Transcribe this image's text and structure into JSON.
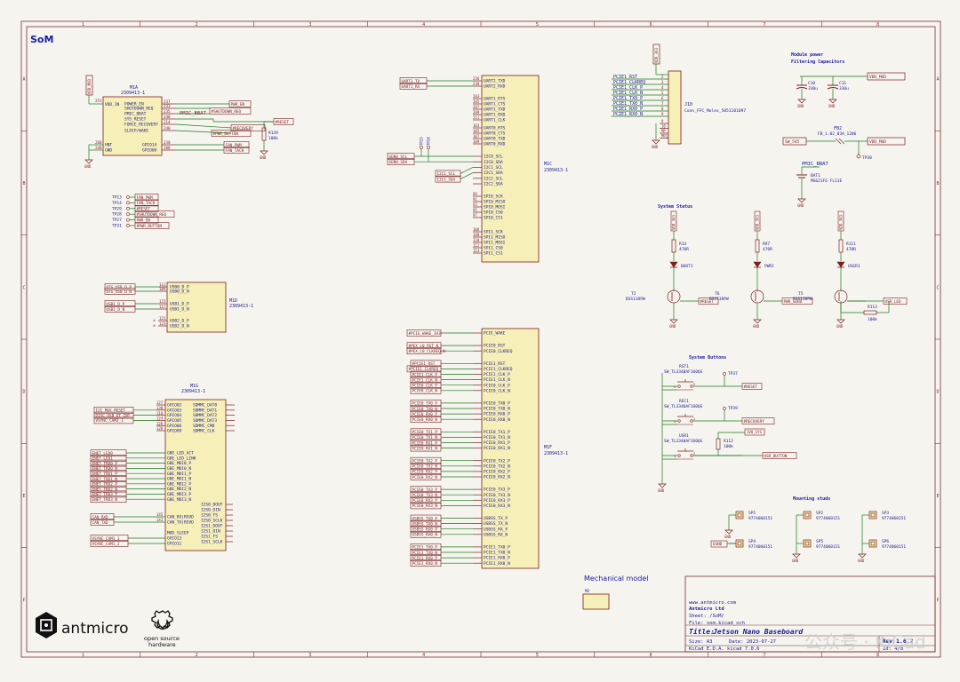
{
  "sheet": {
    "title": "SoM",
    "cols": [
      "1",
      "2",
      "3",
      "4",
      "5",
      "6",
      "7",
      "8"
    ],
    "rows": [
      "A",
      "B",
      "C",
      "D",
      "E",
      "F"
    ]
  },
  "colors": {
    "paper": "#f5f4ef",
    "frame": "#7a2d2d",
    "wire": "#1a7a1a",
    "body": "#f6efb8",
    "body_stroke": "#7a1f1f",
    "pin": "#7a1f1f",
    "net": "#7a1f1f",
    "text": "#1a1a8c",
    "title_blue": "#1a1aa8",
    "power": "#7a1f1f"
  },
  "blocks": [
    {
      "key": "m1a",
      "ref": "M1A",
      "val": "2309413-1"
    },
    {
      "key": "m1c",
      "ref": "M1C",
      "val": "2309413-1"
    },
    {
      "key": "m1d",
      "ref": "M1D",
      "val": "2309413-1"
    },
    {
      "key": "m1g",
      "ref": "M1G",
      "val": "2309413-1"
    },
    {
      "key": "m1f",
      "ref": "M1F",
      "val": "2309413-1"
    }
  ],
  "m1a": {
    "left_pins": [
      {
        "num": "251",
        "name": "VDD_IN"
      }
    ],
    "right_pins": [
      {
        "num": "237",
        "name": "POWER_EN"
      },
      {
        "num": "233",
        "name": "SHUTDOWN_REQ"
      },
      {
        "num": "235",
        "name": "PMIC_BBAT"
      },
      {
        "num": "240",
        "name": "SYS_RESET"
      },
      {
        "num": "214",
        "name": "FORCE_RECOVERY"
      },
      {
        "num": "240",
        "name": "SLEEP/WAKE"
      }
    ],
    "bottom_pins": [
      {
        "num": "260",
        "name": "HNT"
      },
      {
        "num": "240",
        "name": "GND"
      }
    ],
    "gpio_pins": [
      {
        "num": "230",
        "name": "GPIO14"
      },
      {
        "num": "208",
        "name": "GPIO08"
      }
    ],
    "nets": [
      "PWR_EN",
      "#SHUTDOWN_REQ",
      "PMIC_BBAT",
      "#RESET",
      "#RECOVERY",
      "#PWR_BUTTON",
      "FAN_PWM",
      "FAN_TACH"
    ],
    "power_label": "VDD_MOD",
    "gnd": "GND",
    "resistor": {
      "ref": "R139",
      "val": "100k"
    }
  },
  "testpoints": [
    {
      "ref": "TP13",
      "net": "FAN_PWM"
    },
    {
      "ref": "TP14",
      "net": "FAN_TACH"
    },
    {
      "ref": "TP29",
      "net": "#RESET"
    },
    {
      "ref": "TP28",
      "net": "#SHUTDOWN_REQ"
    },
    {
      "ref": "TP27",
      "net": "PWR_EN"
    },
    {
      "ref": "TP31",
      "net": "#PWR_BUTTON"
    }
  ],
  "m1d": {
    "pins": [
      {
        "num": "111",
        "name": "USB0_D_P",
        "net": "OTG_USB_D_P"
      },
      {
        "num": "109",
        "name": "USB0_D_N",
        "net": "OTG_USB_D_N"
      },
      {
        "num": "115",
        "name": "USB1_D_P",
        "net": "USB1_D_P"
      },
      {
        "num": "117",
        "name": "USB1_D_N",
        "net": "USB1_D_N"
      },
      {
        "num": "121",
        "name": "USB2_D_P",
        "net": ""
      },
      {
        "num": "123",
        "name": "USB2_D_N",
        "net": ""
      }
    ]
  },
  "m1g": {
    "gpio": [
      {
        "num": "127",
        "name": "GPIO02",
        "net": ""
      },
      {
        "num": "130",
        "name": "GPIO03",
        "net": "I2C_MUX_RESET"
      },
      {
        "num": "118",
        "name": "GPIO04",
        "net": "DISC_USB_OT_INT"
      },
      {
        "num": "124",
        "name": "GPIO05",
        "net": "VSYNC_CAM3_1"
      },
      {
        "num": "126",
        "name": "GPIO06",
        "net": ""
      },
      {
        "num": "128",
        "name": "GPIO09",
        "net": ""
      }
    ],
    "sdmmc": [
      "SDMMC_DAT0",
      "SDMMC_DAT1",
      "SDMMC_DAT2",
      "SDMMC_DAT3",
      "SDMMC_CMD",
      "SDMMC_CLK"
    ],
    "gbe": [
      {
        "name": "GBE_LED_ACT",
        "net": "ENET_LED0"
      },
      {
        "name": "GBE_LED_LINK",
        "net": "ENET_LED1"
      },
      {
        "name": "GBE_MDI0_P",
        "net": "ENET_TRD0_P"
      },
      {
        "name": "GBE_MDI0_N",
        "net": "ENET_TRD0_N"
      },
      {
        "name": "GBE_MDI1_P",
        "net": "ENET_TRD1_P"
      },
      {
        "name": "GBE_MDI1_N",
        "net": "ENET_TRD1_N"
      },
      {
        "name": "GBE_MDI2_P",
        "net": "ENET_TRD2_P"
      },
      {
        "name": "GBE_MDI2_N",
        "net": "ENET_TRD2_N"
      },
      {
        "name": "GBE_MDI3_P",
        "net": "ENET_TRD3_P"
      },
      {
        "name": "GBE_MDI3_N",
        "net": "ENET_TRD3_N"
      }
    ],
    "can": [
      {
        "num": "145",
        "name": "CAN_RX|RSVD",
        "net": "CAN_RXD"
      },
      {
        "num": "143",
        "name": "CAN_TX|RSVD",
        "net": "CAN_TXD"
      }
    ],
    "misc": [
      {
        "name": "MOD_SLEEP",
        "net": ""
      },
      {
        "name": "GPIO13",
        "net": "VSYNC_CAM1_1"
      },
      {
        "name": "GPIO11",
        "net": "VSYNC_CAM1_2"
      }
    ],
    "i2s": [
      "I2S0_DOUT",
      "I2S0_DIN",
      "I2S0_FS",
      "I2S0_SCLK",
      "I2S1_DOUT",
      "I2S1_DIN",
      "I2S1_FS",
      "I2S1_SCLK"
    ]
  },
  "m1c": {
    "uart2": [
      {
        "num": "236",
        "name": "UART2_TXD",
        "net": "UART1_TX"
      },
      {
        "num": "238",
        "name": "UART2_RXD",
        "net": "UART1_RX"
      }
    ],
    "uart1": [
      "UART1_RTS",
      "UART1_CTS",
      "UART1_TXD",
      "UART1_RXD",
      "UART1_CLK"
    ],
    "uart0": [
      "UART0_RTS",
      "UART0_CTS",
      "UART0_TXD",
      "UART0_RXD"
    ],
    "i2c": [
      {
        "name": "I2C0_SCL",
        "net": "GEN0_SCL"
      },
      {
        "name": "I2C0_SDA",
        "net": "GEN0_SDA"
      },
      {
        "name": "I2C1_SCL",
        "net": "I2C1_SCL"
      },
      {
        "name": "I2C1_SDA",
        "net": "I2C1_SDA"
      },
      {
        "name": "I2C2_SCL",
        "net": ""
      },
      {
        "name": "I2C2_SDA",
        "net": ""
      }
    ],
    "spi0": [
      "SPI0_SCK",
      "SPI0_MISO",
      "SPI0_MOSI",
      "SPI0_CS0",
      "SPI0_CS1"
    ],
    "spi1": [
      "SPI1_SCK",
      "SPI1_MISO",
      "SPI1_MOSI",
      "SPI1_CS0",
      "SPI1_CS1"
    ],
    "tps": [
      "TP23",
      "TP24"
    ]
  },
  "m1f": {
    "groups": [
      [
        {
          "name": "PCIE_WAKE",
          "net": "#PCIE_WAKE_3V3"
        }
      ],
      [
        {
          "name": "PCIE0_RST",
          "net": "#PEX_L0_RST_N"
        },
        {
          "name": "PCIE0_CLKREQ",
          "net": "#PEX_L0_CLKREQ_N"
        }
      ],
      [
        {
          "name": "PCIE1_RST",
          "net": "#PCIE1_RST"
        },
        {
          "name": "PCIE1_CLKREQ",
          "net": "#PCIE1_CLKREQ"
        },
        {
          "name": "PCIE1_CLK_P",
          "net": "PCIE1_CLK_P"
        },
        {
          "name": "PCIE1_CLK_N",
          "net": "PCIE1_CLK_N"
        },
        {
          "name": "PCIE0_CLK_P",
          "net": "PCIE0_CLK_P"
        },
        {
          "name": "PCIE0_CLK_N",
          "net": "PCIE0_CLK_N"
        }
      ],
      [
        {
          "name": "PCIE0_TX0_P",
          "net": "PCIE0_TX0_P"
        },
        {
          "name": "PCIE0_TX0_N",
          "net": "PCIE0_TX0_N"
        },
        {
          "name": "PCIE0_RX0_P",
          "net": "PCIE0_RX0_P"
        },
        {
          "name": "PCIE0_RX0_N",
          "net": "PCIE0_RX0_N"
        }
      ],
      [
        {
          "name": "PCIE0_TX1_P",
          "net": "PCIE0_TX1_P"
        },
        {
          "name": "PCIE0_TX1_N",
          "net": "PCIE0_TX1_N"
        },
        {
          "name": "PCIE0_RX1_P",
          "net": "PCIE0_RX1_P"
        },
        {
          "name": "PCIE0_RX1_N",
          "net": "PCIE0_RX1_N"
        }
      ],
      [
        {
          "name": "PCIE0_TX2_P",
          "net": "PCIE0_TX2_P"
        },
        {
          "name": "PCIE0_TX2_N",
          "net": "PCIE0_TX2_N"
        },
        {
          "name": "PCIE0_RX2_P",
          "net": "PCIE0_RX2_P"
        },
        {
          "name": "PCIE0_RX2_N",
          "net": "PCIE0_RX2_N"
        }
      ],
      [
        {
          "name": "PCIE0_TX3_P",
          "net": "PCIE0_TX3_P"
        },
        {
          "name": "PCIE0_TX3_N",
          "net": "PCIE0_TX3_N"
        },
        {
          "name": "PCIE0_RX3_P",
          "net": "PCIE0_RX3_P"
        },
        {
          "name": "PCIE0_RX3_N",
          "net": "PCIE0_RX3_N"
        }
      ],
      [
        {
          "name": "USBSS_TX_P",
          "net": "USBSS_TX0_P"
        },
        {
          "name": "USBSS_TX_N",
          "net": "USBSS_TX0_N"
        },
        {
          "name": "USBSS_RX_P",
          "net": "USBSS_RX0_P"
        },
        {
          "name": "USBSS_RX_N",
          "net": "USBSS_RX0_N"
        }
      ],
      [
        {
          "name": "PCIE1_TX0_P",
          "net": "PCIE1_TX0_P"
        },
        {
          "name": "PCIE1_TX0_N",
          "net": "PCIE1_TX0_N"
        },
        {
          "name": "PCIE1_RX0_P",
          "net": "PCIE1_RX0_P"
        },
        {
          "name": "PCIE1_RX0_N",
          "net": "PCIE1_RX0_N"
        }
      ]
    ]
  },
  "j10": {
    "ref": "J10",
    "val": "Conn_FFC_Molex_5051101097",
    "power": "VDD_3V3",
    "nets": [
      "PCIE1_RST",
      "PCIE1_CLKREQ",
      "PCIE1_CLK_P",
      "PCIE1_CLK_N",
      "PCIE1_TX0_P",
      "PCIE1_TX0_N",
      "PCIE1_RX0_P",
      "PCIE1_RX0_N"
    ],
    "extra_pins": [
      "9",
      "10",
      "MP",
      "MP2"
    ],
    "gnd": "GND"
  },
  "capacitors": {
    "title1": "Module power",
    "title2": "Filtering Capacitors",
    "items": [
      {
        "ref": "C10",
        "val": "330u"
      },
      {
        "ref": "C11",
        "val": "330u"
      }
    ],
    "net": "VDD_MOD",
    "gnd": "GND"
  },
  "fb": {
    "ref": "FB2",
    "val": "FB_1.02_03A_1206",
    "in": "SW_5V5",
    "out": "VDD_MOD",
    "tp": "TP38"
  },
  "battery": {
    "net": "PMIC_BBAT",
    "ref": "BAT1",
    "val": "MS621FE-FL11E",
    "gnd": "GND"
  },
  "status": {
    "title": "System Status",
    "channels": [
      {
        "power": "VDD_3V3",
        "r": "R14",
        "rv": "470R",
        "led": "BOOT1",
        "q": "T2",
        "qv": "BSS138PW",
        "net": "#RESET"
      },
      {
        "power": "VDD_3V3",
        "r": "R97",
        "rv": "470R",
        "led": "PWR1",
        "q": "T6",
        "qv": "BSS138PW",
        "net": "PWR_GOOD"
      },
      {
        "power": "VDD_3V3",
        "r": "R111",
        "rv": "470R",
        "led": "USER1",
        "q": "T5",
        "qv": "BSS138PW",
        "net": "USR_LED"
      }
    ],
    "r_extra": {
      "ref": "R113",
      "val": "100k"
    },
    "gnd": "GND"
  },
  "buttons": {
    "title": "System Buttons",
    "items": [
      {
        "ref": "RST1",
        "val": "SW_TL3340AF160QG",
        "tp": "TP37",
        "net": "#RESET"
      },
      {
        "ref": "REC1",
        "val": "SW_TL3340AF160QG",
        "tp": "TP39",
        "net": "#RECOVERY"
      },
      {
        "ref": "USR1",
        "val": "SW_TL3340AF160QG",
        "tp": "",
        "net": "USR_BUTTON"
      }
    ],
    "pull": {
      "ref": "R112",
      "val": "100k",
      "power": "1V8_SYS"
    },
    "gnd": "GND"
  },
  "studs": {
    "title": "Mounting studs",
    "items": [
      {
        "ref": "SP1",
        "val": "9774060151"
      },
      {
        "ref": "SP2",
        "val": "9774060151"
      },
      {
        "ref": "SP3",
        "val": "9774060151"
      },
      {
        "ref": "SP4",
        "val": "9774060151"
      },
      {
        "ref": "SP5",
        "val": "9774060151"
      },
      {
        "ref": "SP6",
        "val": "9774060151"
      }
    ],
    "gnd": "GND",
    "egnd": "EGND"
  },
  "mechanical": {
    "title": "Mechanical model",
    "ref": "M2"
  },
  "titleblock": {
    "url": "www.antmicro.com",
    "company": "Antmicro Ltd",
    "sheet": "Sheet: /SoM/",
    "file": "File: som.kicad_sch",
    "title_label": "Title:",
    "title": "Jetson Nano Baseboard",
    "size_label": "Size: A3",
    "date_label": "Date: 2023-07-27",
    "rev_label": "Rev:",
    "rev": "1.6.2",
    "tool": "KiCad E.D.A.  kicad 7.0.6",
    "id": "Id: 4/8"
  },
  "logos": {
    "antmicro": "antmicro",
    "osh1": "open source",
    "osh2": "hardware"
  },
  "watermark": "公众号 · KiCad"
}
